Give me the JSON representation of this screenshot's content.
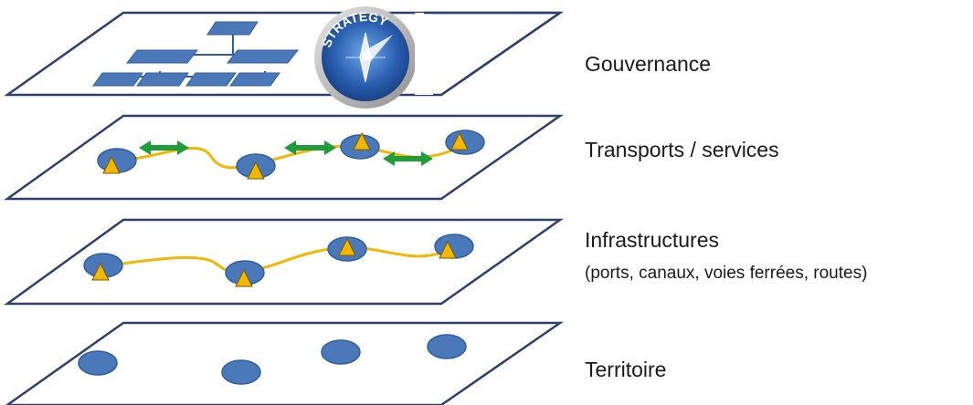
{
  "layers": {
    "governance": {
      "label": "Gouvernance"
    },
    "transport": {
      "label": "Transports / services"
    },
    "infrastructure": {
      "label": "Infrastructures",
      "sublabel": "(ports, canaux, voies ferrées, routes)"
    },
    "territory": {
      "label": "Territoire"
    }
  },
  "compass": {
    "text": "STRATEGY"
  },
  "colors": {
    "plane_stroke": "#2f3f6e",
    "node_fill": "#4a78b8",
    "node_stroke": "#2f5f9e",
    "route": "#f2b705",
    "triangle": "#f2b705",
    "arrow": "#1e9e3a"
  }
}
